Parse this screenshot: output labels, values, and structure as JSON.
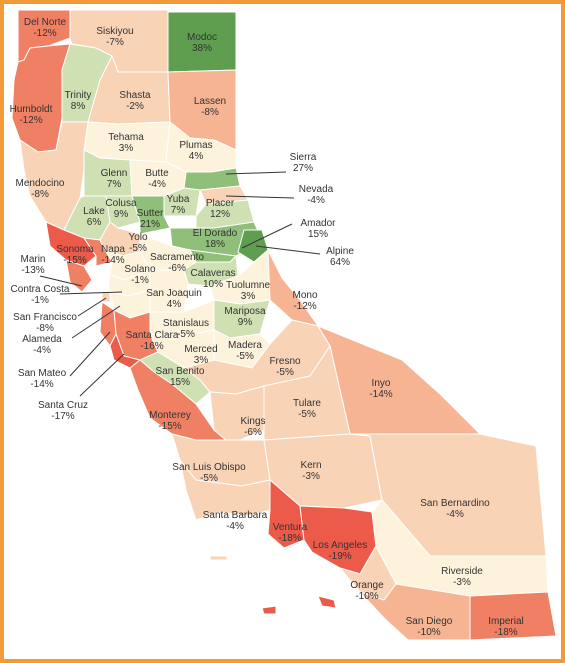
{
  "map": {
    "colors": {
      "pos_strong": "#5f9d4f",
      "pos_mid": "#8fbf78",
      "pos_light": "#cfe0b2",
      "neutral": "#fdf3dc",
      "neg_light": "#f9d3b6",
      "neg_mid": "#f6b493",
      "neg_strong": "#f08064",
      "neg_deep": "#ec5b4a",
      "border": "#f29a3a"
    },
    "counties": [
      {
        "id": "del-norte",
        "name": "Del Norte",
        "value": "-12%"
      },
      {
        "id": "siskiyou",
        "name": "Siskiyou",
        "value": "-7%"
      },
      {
        "id": "modoc",
        "name": "Modoc",
        "value": "38%"
      },
      {
        "id": "humboldt",
        "name": "Humboldt",
        "value": "-12%"
      },
      {
        "id": "trinity",
        "name": "Trinity",
        "value": "8%"
      },
      {
        "id": "shasta",
        "name": "Shasta",
        "value": "-2%"
      },
      {
        "id": "lassen",
        "name": "Lassen",
        "value": "-8%"
      },
      {
        "id": "tehama",
        "name": "Tehama",
        "value": "3%"
      },
      {
        "id": "plumas",
        "name": "Plumas",
        "value": "4%"
      },
      {
        "id": "sierra",
        "name": "Sierra",
        "value": "27%"
      },
      {
        "id": "mendocino",
        "name": "Mendocino",
        "value": "-8%"
      },
      {
        "id": "glenn",
        "name": "Glenn",
        "value": "7%"
      },
      {
        "id": "butte",
        "name": "Butte",
        "value": "-4%"
      },
      {
        "id": "nevada",
        "name": "Nevada",
        "value": "-4%"
      },
      {
        "id": "yuba",
        "name": "Yuba",
        "value": "7%"
      },
      {
        "id": "placer",
        "name": "Placer",
        "value": "12%"
      },
      {
        "id": "lake",
        "name": "Lake",
        "value": "6%"
      },
      {
        "id": "colusa",
        "name": "Colusa",
        "value": "9%"
      },
      {
        "id": "sutter",
        "name": "Sutter",
        "value": "21%"
      },
      {
        "id": "amador",
        "name": "Amador",
        "value": "15%"
      },
      {
        "id": "el-dorado",
        "name": "El Dorado",
        "value": "18%"
      },
      {
        "id": "alpine",
        "name": "Alpine",
        "value": "64%"
      },
      {
        "id": "yolo",
        "name": "Yolo",
        "value": "-5%"
      },
      {
        "id": "sonoma",
        "name": "Sonoma",
        "value": "-15%"
      },
      {
        "id": "napa",
        "name": "Napa",
        "value": "-14%"
      },
      {
        "id": "marin",
        "name": "Marin",
        "value": "-13%"
      },
      {
        "id": "sacramento",
        "name": "Sacramento",
        "value": "-6%"
      },
      {
        "id": "solano",
        "name": "Solano",
        "value": "-1%"
      },
      {
        "id": "calaveras",
        "name": "Calaveras",
        "value": "10%"
      },
      {
        "id": "contra-costa",
        "name": "Contra Costa",
        "value": "-1%"
      },
      {
        "id": "san-joaquin",
        "name": "San Joaquin",
        "value": "4%"
      },
      {
        "id": "tuolumne",
        "name": "Tuolumne",
        "value": "3%"
      },
      {
        "id": "mono",
        "name": "Mono",
        "value": "-12%"
      },
      {
        "id": "san-francisco",
        "name": "San Francisco",
        "value": "-8%"
      },
      {
        "id": "stanislaus",
        "name": "Stanislaus",
        "value": "-5%"
      },
      {
        "id": "mariposa",
        "name": "Mariposa",
        "value": "9%"
      },
      {
        "id": "alameda",
        "name": "Alameda",
        "value": "-4%"
      },
      {
        "id": "santa-clara",
        "name": "Santa Clara",
        "value": "-16%"
      },
      {
        "id": "merced",
        "name": "Merced",
        "value": "3%"
      },
      {
        "id": "madera",
        "name": "Madera",
        "value": "-5%"
      },
      {
        "id": "san-mateo",
        "name": "San Mateo",
        "value": "-14%"
      },
      {
        "id": "fresno",
        "name": "Fresno",
        "value": "-5%"
      },
      {
        "id": "inyo",
        "name": "Inyo",
        "value": "-14%"
      },
      {
        "id": "san-benito",
        "name": "San Benito",
        "value": "15%"
      },
      {
        "id": "santa-cruz",
        "name": "Santa Cruz",
        "value": "-17%"
      },
      {
        "id": "tulare",
        "name": "Tulare",
        "value": "-5%"
      },
      {
        "id": "monterey",
        "name": "Monterey",
        "value": "-15%"
      },
      {
        "id": "kings",
        "name": "Kings",
        "value": "-6%"
      },
      {
        "id": "san-luis-obispo",
        "name": "San Luis Obispo",
        "value": "-5%"
      },
      {
        "id": "kern",
        "name": "Kern",
        "value": "-3%"
      },
      {
        "id": "san-bernardino",
        "name": "San Bernardino",
        "value": "-4%"
      },
      {
        "id": "santa-barbara",
        "name": "Santa Barbara",
        "value": "-4%"
      },
      {
        "id": "ventura",
        "name": "Ventura",
        "value": "-18%"
      },
      {
        "id": "los-angeles",
        "name": "Los Angeles",
        "value": "-19%"
      },
      {
        "id": "riverside",
        "name": "Riverside",
        "value": "-3%"
      },
      {
        "id": "orange",
        "name": "Orange",
        "value": "-10%"
      },
      {
        "id": "san-diego",
        "name": "San Diego",
        "value": "-10%"
      },
      {
        "id": "imperial",
        "name": "Imperial",
        "value": "-18%"
      }
    ]
  }
}
